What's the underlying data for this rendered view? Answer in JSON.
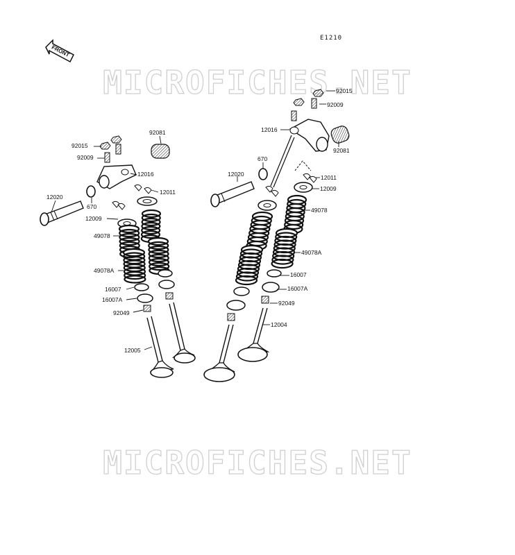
{
  "diagram_code": "E1210",
  "front_arrow_label": "FRONT",
  "watermark_top": "MICROFICHES.NET",
  "watermark_bottom": "MICROFICHES.NET",
  "part_labels": {
    "p92015_left": "92015",
    "p92009_left": "92009",
    "p92081_left": "92081",
    "p12016_left": "12016",
    "p12011_left": "12011",
    "p12020_left": "12020",
    "p670_left": "670",
    "p12009_left": "12009",
    "p49078_left": "49078",
    "p49078A_left": "49078A",
    "p16007_left": "16007",
    "p16007A_left": "16007A",
    "p92049_left": "92049",
    "p12005": "12005",
    "p92015_right": "92015",
    "p92009_right": "92009",
    "p12016_right": "12016",
    "p92081_right": "92081",
    "p670_right": "670",
    "p12020_right": "12020",
    "p12011_right": "12011",
    "p12009_right": "12009",
    "p49078_right": "49078",
    "p49078A_right": "49078A",
    "p16007_right": "16007",
    "p16007A_right": "16007A",
    "p92049_right": "92049",
    "p12004": "12004"
  }
}
